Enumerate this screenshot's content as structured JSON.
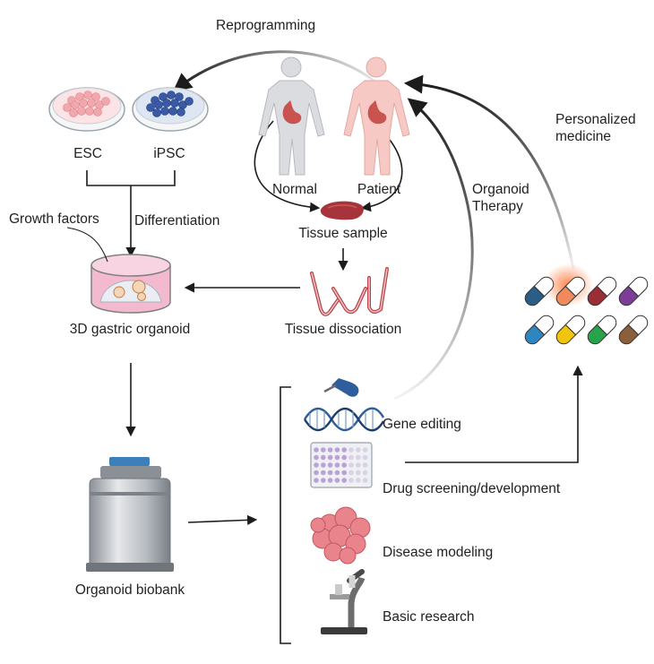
{
  "labels": {
    "reprogramming": "Reprogramming",
    "esc": "ESC",
    "ipsc": "iPSC",
    "normal": "Normal",
    "patient": "Patient",
    "organoid_therapy_l1": "Organoid",
    "organoid_therapy_l2": "Therapy",
    "personalized_l1": "Personalized",
    "personalized_l2": "medicine",
    "growth_factors": "Growth factors",
    "differentiation": "Differentiation",
    "tissue_sample": "Tissue sample",
    "gastric_organoid": "3D gastric organoid",
    "tissue_dissociation": "Tissue dissociation",
    "gene_editing": "Gene editing",
    "drug_screening": "Drug screening/development",
    "disease_modeling": "Disease modeling",
    "basic_research": "Basic research",
    "organoid_biobank": "Organoid biobank"
  },
  "colors": {
    "arrow": "#1c1c1c",
    "esc_cells": "#f2a7ad",
    "ipsc_cells": "#3b5aa6",
    "patient_body": "#f7c9c5",
    "normal_body": "#dadcdf",
    "stomach": "#c9534f",
    "tissue": "#a8343b",
    "matrigel_well": "#f3b9cf",
    "dna_blue": "#2e5f9c",
    "pill_colors": [
      "#2c5d84",
      "#f08a5d",
      "#9a2e36",
      "#7d3c98",
      "#2e86c1",
      "#f1c40f",
      "#27a34a",
      "#8b5e3c"
    ]
  },
  "icons": [
    "petri-dish-icon",
    "human-body-icon",
    "tissue-piece-icon",
    "organoid-dish-icon",
    "tubes-icon",
    "cryo-tank-icon",
    "dna-hand-icon",
    "well-plate-icon",
    "cell-cluster-icon",
    "microscope-icon",
    "pill-icon"
  ]
}
